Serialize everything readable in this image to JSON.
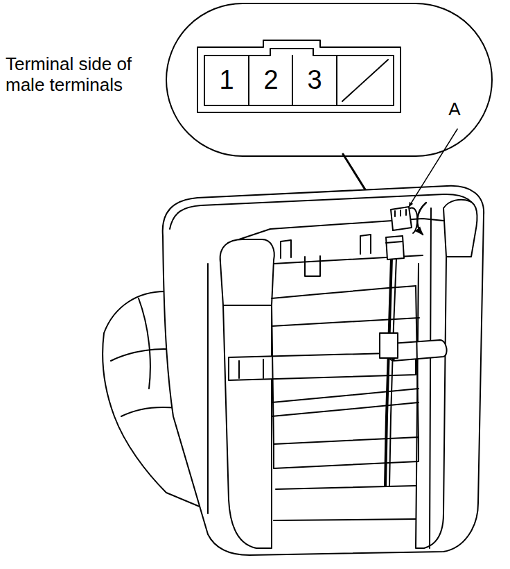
{
  "diagram": {
    "labels": [
      "Terminal side of male terminals",
      "1",
      "2",
      "3",
      "A"
    ]
  }
}
